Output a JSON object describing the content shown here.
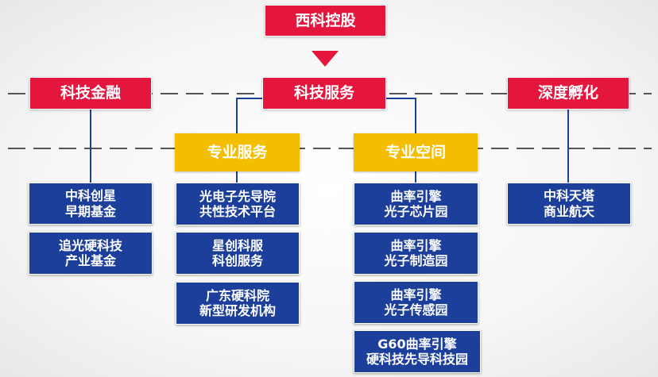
{
  "root": {
    "label": "西科控股"
  },
  "branches": {
    "fund": {
      "label": "科技金融",
      "items": [
        "中科创星\n早期基金",
        "追光硬科技\n产业基金"
      ]
    },
    "service": {
      "label": "科技服务",
      "professional": {
        "label": "专业服务",
        "items": [
          "光电子先导院\n共性技术平台",
          "星创科服\n科创服务",
          "广东硬科院\n新型研发机构"
        ]
      },
      "space": {
        "label": "专业空间",
        "items": [
          "曲率引擎\n光子芯片园",
          "曲率引擎\n光子制造园",
          "曲率引擎\n光子传感园",
          "G60曲率引擎\n硬科技先导科技园"
        ]
      }
    },
    "incubation": {
      "label": "深度孵化",
      "items": [
        "中科天塔\n商业航天"
      ]
    }
  },
  "colors": {
    "level_box": "#e4163d",
    "sub_box": "#f4be00",
    "leaf_box": "#1d3f9c",
    "connector": "#1d3f9c",
    "dashed_line": "#555555"
  }
}
